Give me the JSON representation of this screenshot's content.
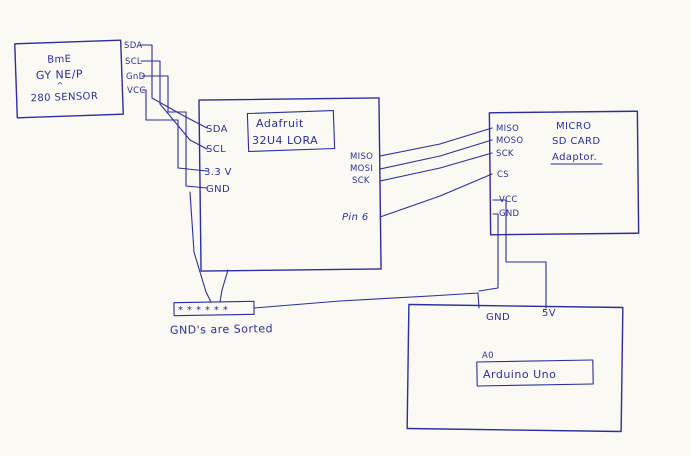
{
  "diagram": {
    "ink_color": "#2b2f9e",
    "paper_color": "#faf9f4",
    "bme_sensor": {
      "title_line1": "BmE",
      "title_line2": "GY NE/P",
      "caret": "^",
      "title_line3": "280 SENSOR",
      "pins": [
        "SDA",
        "SCL",
        "GnD",
        "VCC"
      ]
    },
    "feather_board": {
      "label_line1": "Adafruit",
      "label_line2": "32U4 LORA",
      "left_pins": [
        "SDA",
        "SCL",
        "3.3 V",
        "GND"
      ],
      "right_pins": [
        "MISO",
        "MOSI",
        "SCK"
      ],
      "pin6_label": "Pin 6"
    },
    "sd_adapter": {
      "title_line1": "MICRO",
      "title_line2": "SD CARD",
      "title_line3": "Adaptor.",
      "pins": [
        "MISO",
        "MOSO",
        "SCK",
        "CS",
        "VCC",
        "GND"
      ]
    },
    "arduino": {
      "gnd_label": "GND",
      "five_v_label": "5V",
      "a0_label": "A0",
      "name_label": "Arduino Uno"
    },
    "ground_strip": {
      "stars": "* * * * * *",
      "note": "GND's are Sorted"
    }
  }
}
